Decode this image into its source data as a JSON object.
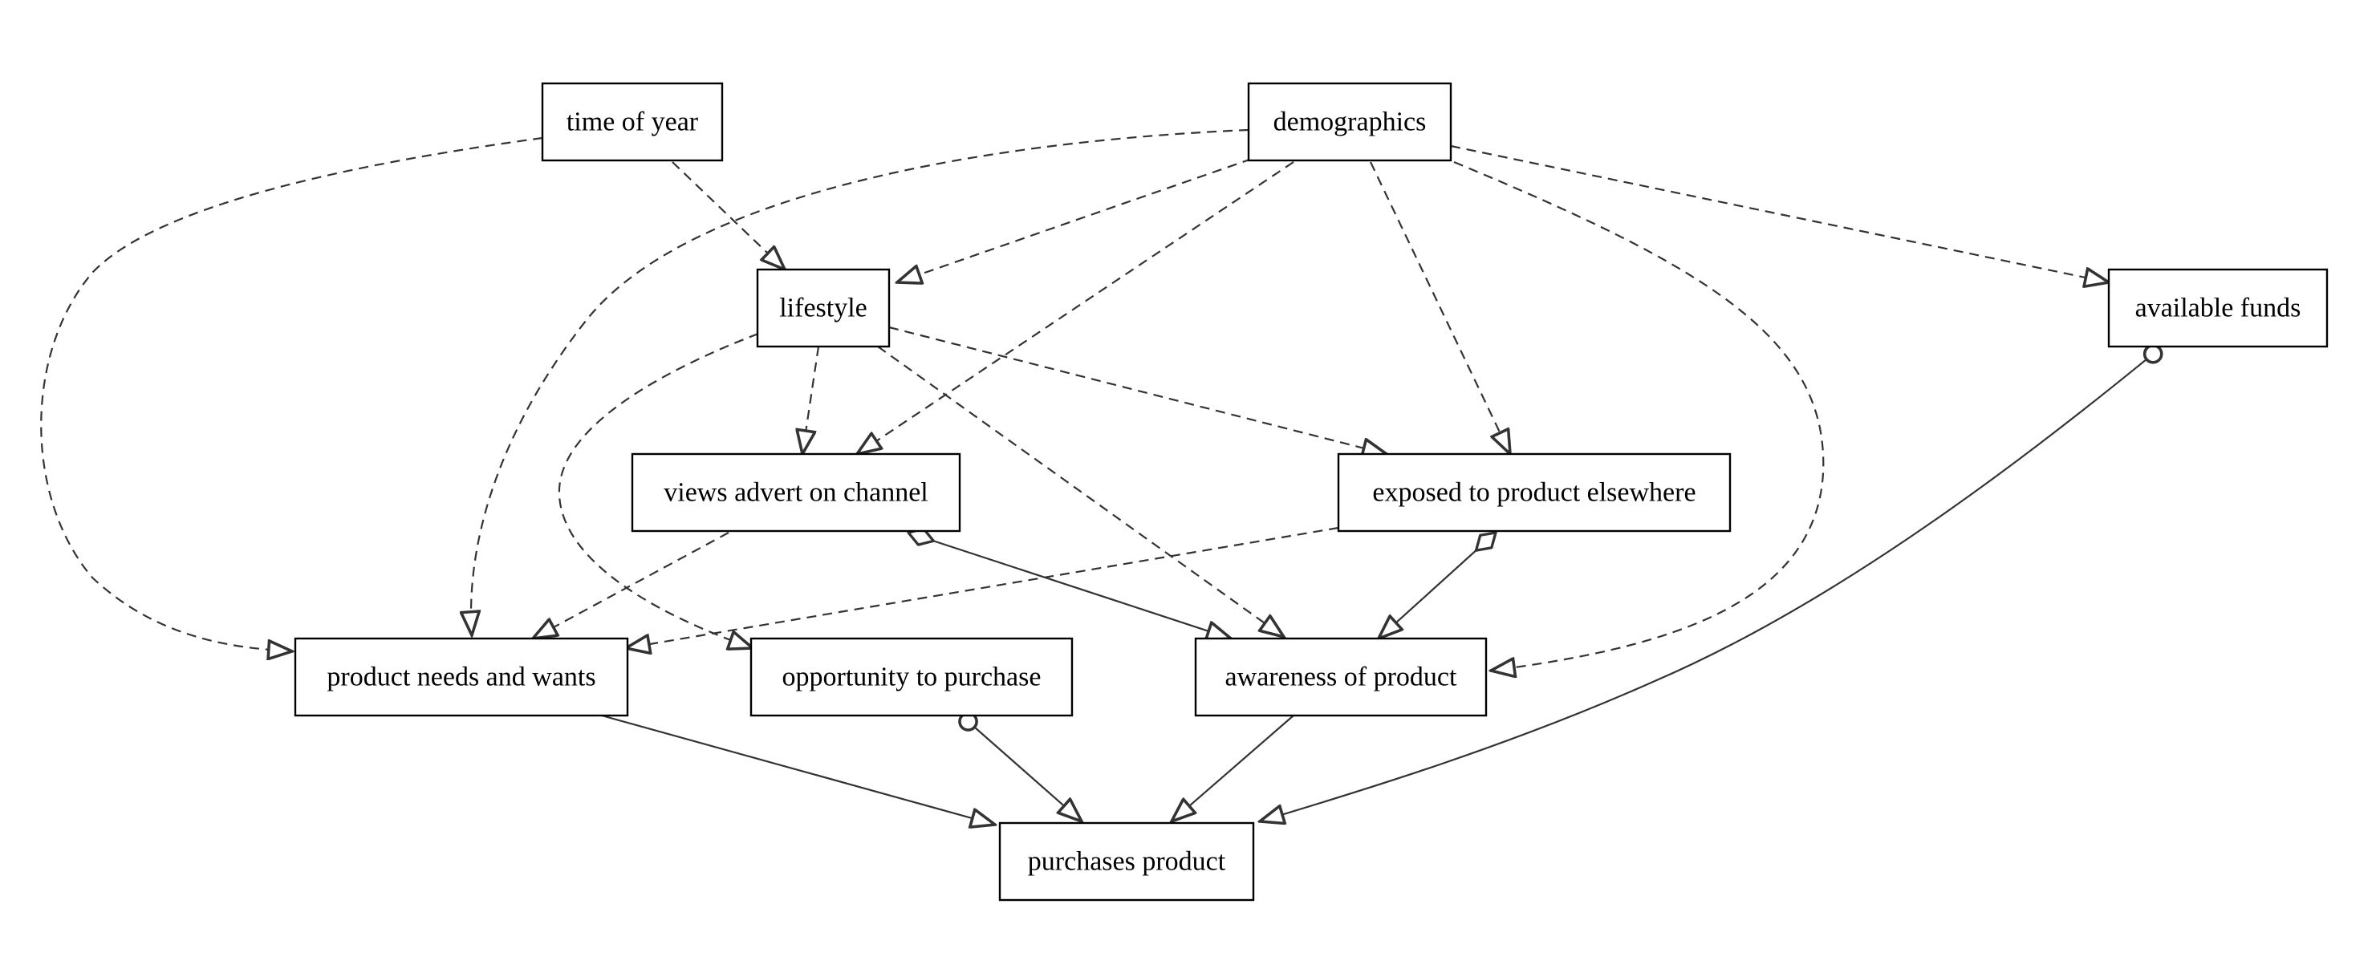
{
  "nodes": {
    "time_of_year": "time of year",
    "demographics": "demographics",
    "lifestyle": "lifestyle",
    "available_funds": "available funds",
    "views_advert": "views advert on channel",
    "exposed_elsewhere": "exposed to product elsewhere",
    "needs_wants": "product needs and wants",
    "opportunity": "opportunity to purchase",
    "awareness": "awareness of product",
    "purchases": "purchases product"
  },
  "edges": [
    {
      "from": "time of year",
      "to": "lifestyle",
      "style": "dashed"
    },
    {
      "from": "time of year",
      "to": "product needs and wants",
      "style": "dashed"
    },
    {
      "from": "demographics",
      "to": "lifestyle",
      "style": "dashed"
    },
    {
      "from": "demographics",
      "to": "product needs and wants",
      "style": "dashed"
    },
    {
      "from": "demographics",
      "to": "views advert on channel",
      "style": "dashed"
    },
    {
      "from": "demographics",
      "to": "exposed to product elsewhere",
      "style": "dashed"
    },
    {
      "from": "demographics",
      "to": "awareness of product",
      "style": "dashed"
    },
    {
      "from": "demographics",
      "to": "available funds",
      "style": "dashed"
    },
    {
      "from": "lifestyle",
      "to": "views advert on channel",
      "style": "dashed"
    },
    {
      "from": "lifestyle",
      "to": "exposed to product elsewhere",
      "style": "dashed"
    },
    {
      "from": "lifestyle",
      "to": "awareness of product",
      "style": "dashed"
    },
    {
      "from": "lifestyle",
      "to": "opportunity to purchase",
      "style": "dashed"
    },
    {
      "from": "views advert on channel",
      "to": "product needs and wants",
      "style": "dashed"
    },
    {
      "from": "views advert on channel",
      "to": "awareness of product",
      "style": "solid",
      "tail": "diamond"
    },
    {
      "from": "exposed to product elsewhere",
      "to": "product needs and wants",
      "style": "dashed"
    },
    {
      "from": "exposed to product elsewhere",
      "to": "awareness of product",
      "style": "solid",
      "tail": "diamond"
    },
    {
      "from": "product needs and wants",
      "to": "purchases product",
      "style": "solid"
    },
    {
      "from": "opportunity to purchase",
      "to": "purchases product",
      "style": "solid",
      "tail": "circle"
    },
    {
      "from": "awareness of product",
      "to": "purchases product",
      "style": "solid"
    },
    {
      "from": "available funds",
      "to": "purchases product",
      "style": "solid",
      "tail": "circle"
    }
  ]
}
